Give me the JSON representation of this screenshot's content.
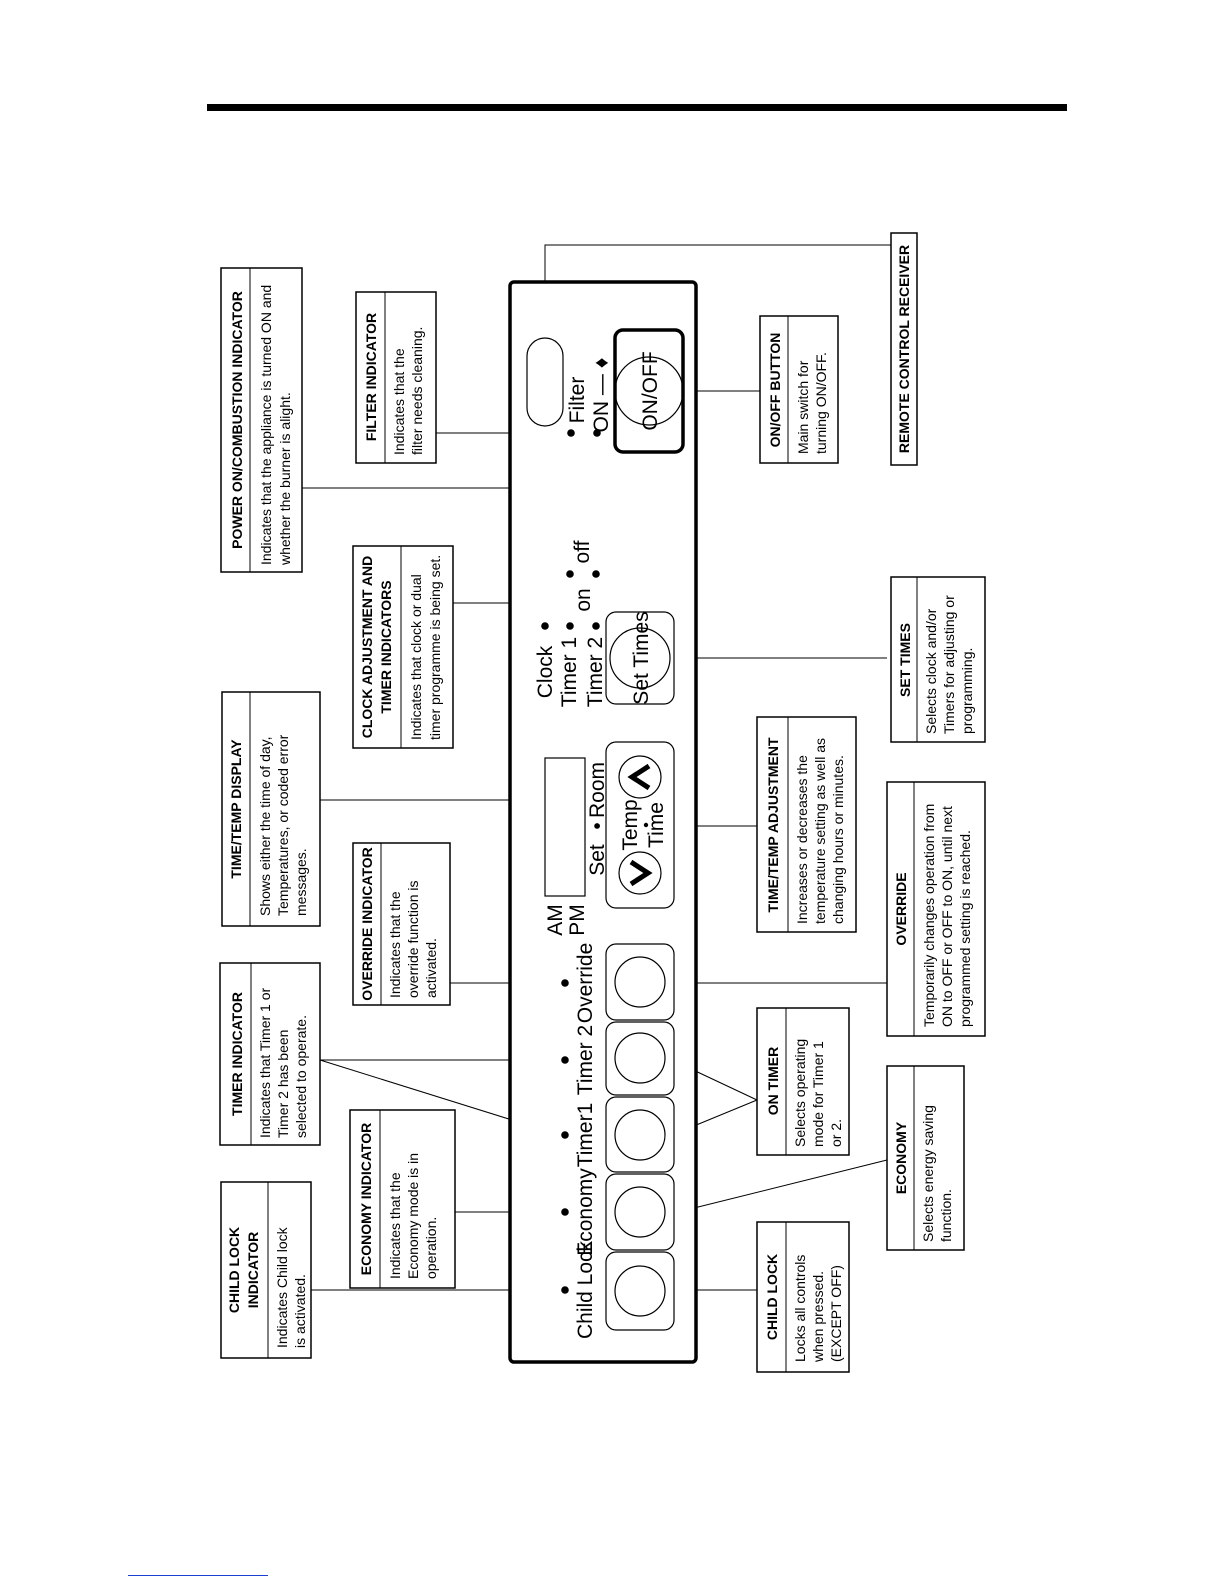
{
  "panel": {
    "labels": {
      "child_lock": "Child Lock",
      "economy": "Economy",
      "timer1": "Timer1",
      "timer2": "Timer 2",
      "override": "Override",
      "am": "AM",
      "pm": "PM",
      "set": "Set",
      "dot": "•",
      "room": "Room",
      "temp": "Temp",
      "time": "Time",
      "clock": "Clock",
      "timer1_b": "Timer 1",
      "timer2_b": "Timer 2",
      "on": "on",
      "off": "off",
      "filter": "Filter",
      "on_flame": "ON — ♦",
      "set_times": "Set Times",
      "on_off": "ON/OFF"
    }
  },
  "callouts": {
    "child_lock_indicator": {
      "title": [
        "CHILD LOCK",
        "INDICATOR"
      ],
      "body": [
        "Indicates Child lock",
        "is activated."
      ]
    },
    "economy_indicator": {
      "title": [
        "ECONOMY INDICATOR"
      ],
      "body": [
        "Indicates that the",
        "Economy mode is in",
        "operation."
      ]
    },
    "timer_indicator": {
      "title": [
        "TIMER INDICATOR"
      ],
      "body": [
        "Indicates that Timer 1 or",
        "Timer 2 has been",
        "selected to operate."
      ]
    },
    "override_indicator": {
      "title": [
        "OVERRIDE INDICATOR"
      ],
      "body": [
        "Indicates that the",
        "override function is",
        "activated."
      ]
    },
    "time_temp_display": {
      "title": [
        "TIME/TEMP DISPLAY"
      ],
      "body": [
        "Shows either the time of day,",
        "Temperatures, or coded error",
        "messages."
      ]
    },
    "clock_adjustment": {
      "title": [
        "CLOCK ADJUSTMENT AND",
        "TIMER INDICATORS"
      ],
      "body": [
        "Indicates that clock or dual",
        "timer programme is being set."
      ]
    },
    "power_on": {
      "title": [
        "POWER ON/COMBUSTION INDICATOR"
      ],
      "body": [
        "Indicates that the appliance is turned ON and",
        "whether the burner is alight."
      ]
    },
    "filter_indicator": {
      "title": [
        "FILTER INDICATOR"
      ],
      "body": [
        "Indicates that the",
        "filter needs cleaning."
      ]
    },
    "child_lock": {
      "title": [
        "CHILD LOCK"
      ],
      "body": [
        "Locks all controls",
        "when pressed.",
        "(EXCEPT OFF)"
      ]
    },
    "economy": {
      "title": [
        "ECONOMY"
      ],
      "body": [
        "Selects energy saving",
        "function."
      ]
    },
    "on_timer": {
      "title": [
        "ON TIMER"
      ],
      "body": [
        "Selects operating",
        "mode for Timer 1",
        "or 2."
      ]
    },
    "override": {
      "title": [
        "OVERRIDE"
      ],
      "body": [
        "Temporarily changes operation from",
        "ON to OFF or OFF to ON, until next",
        "programmed setting is reached."
      ]
    },
    "time_temp_adjustment": {
      "title": [
        "TIME/TEMP ADJUSTMENT"
      ],
      "body": [
        "Increases or decreases the",
        "temperature setting as well as",
        "changing hours or minutes."
      ]
    },
    "set_times": {
      "title": [
        "SET TIMES"
      ],
      "body": [
        "Selects clock and/or",
        "Timers for adjusting or",
        "programming."
      ]
    },
    "on_off_button": {
      "title": [
        "ON/OFF BUTTON"
      ],
      "body": [
        "Main switch for",
        "turning ON/OFF."
      ]
    },
    "remote_receiver": {
      "title": [
        "REMOTE CONTROL RECEIVER"
      ],
      "body": []
    }
  }
}
